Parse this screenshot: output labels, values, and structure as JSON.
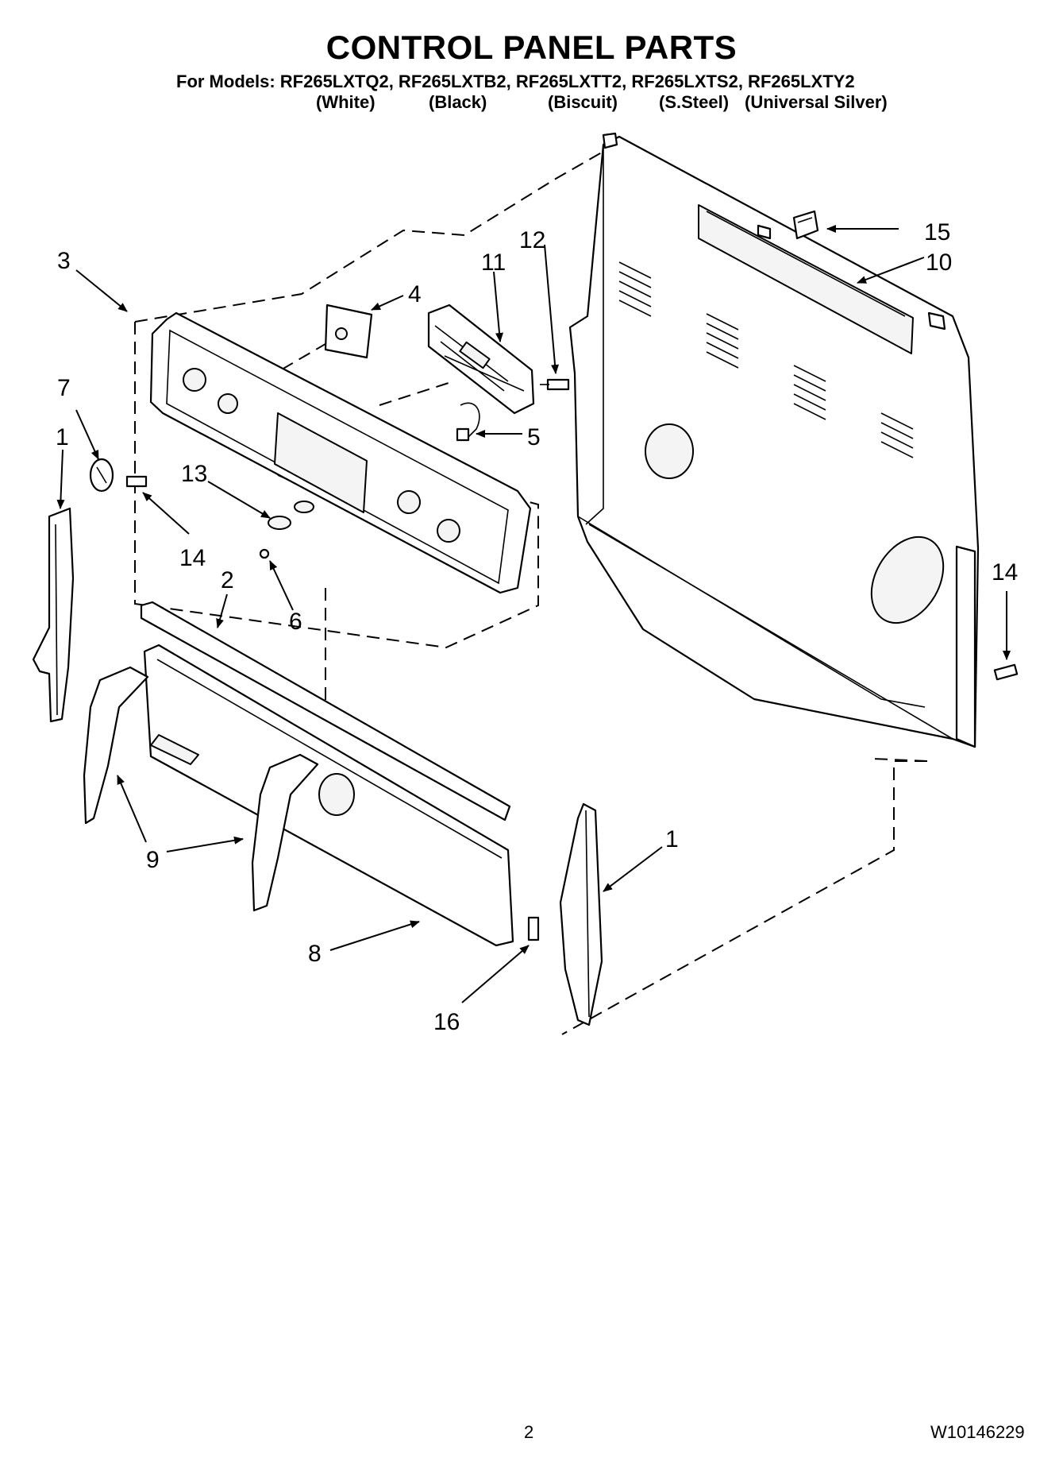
{
  "header": {
    "title": "CONTROL PANEL PARTS",
    "models_line": "For Models: RF265LXTQ2, RF265LXTB2, RF265LXTT2, RF265LXTS2, RF265LXTY2",
    "colors": [
      "(White)",
      "(Black)",
      "(Biscuit)",
      "(S.Steel)",
      "(Universal Silver)"
    ]
  },
  "callouts": {
    "c1_left": "1",
    "c1_right": "1",
    "c2": "2",
    "c3": "3",
    "c4": "4",
    "c5": "5",
    "c6": "6",
    "c7": "7",
    "c8": "8",
    "c9": "9",
    "c10": "10",
    "c11": "11",
    "c12": "12",
    "c13": "13",
    "c14_left": "14",
    "c14_right": "14",
    "c15": "15",
    "c16": "16"
  },
  "footer": {
    "page_number": "2",
    "document_number": "W10146229"
  }
}
